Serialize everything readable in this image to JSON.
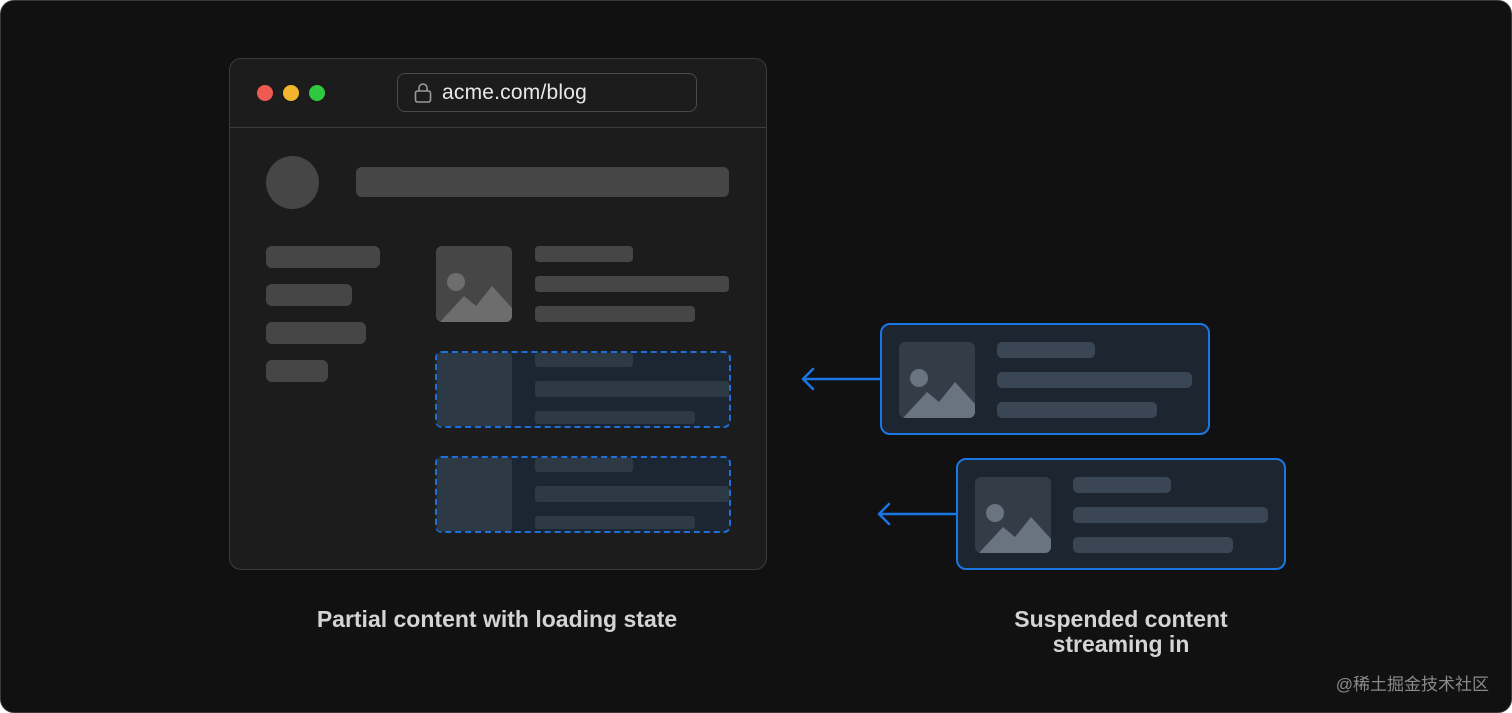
{
  "browser": {
    "url": "acme.com/blog",
    "traffic_lights": [
      "#ee5b52",
      "#f2b62c",
      "#2ec841"
    ]
  },
  "captions": {
    "left": "Partial content with loading state",
    "right_line1": "Suspended content",
    "right_line2": "streaming in"
  },
  "watermark": "@稀土掘金技术社区",
  "colors": {
    "accent": "#1976e3",
    "background": "#111111",
    "skeleton": "#464646"
  },
  "icons": {
    "lock": "lock-icon",
    "image": "image-placeholder-icon",
    "arrow": "arrow-left-icon"
  }
}
